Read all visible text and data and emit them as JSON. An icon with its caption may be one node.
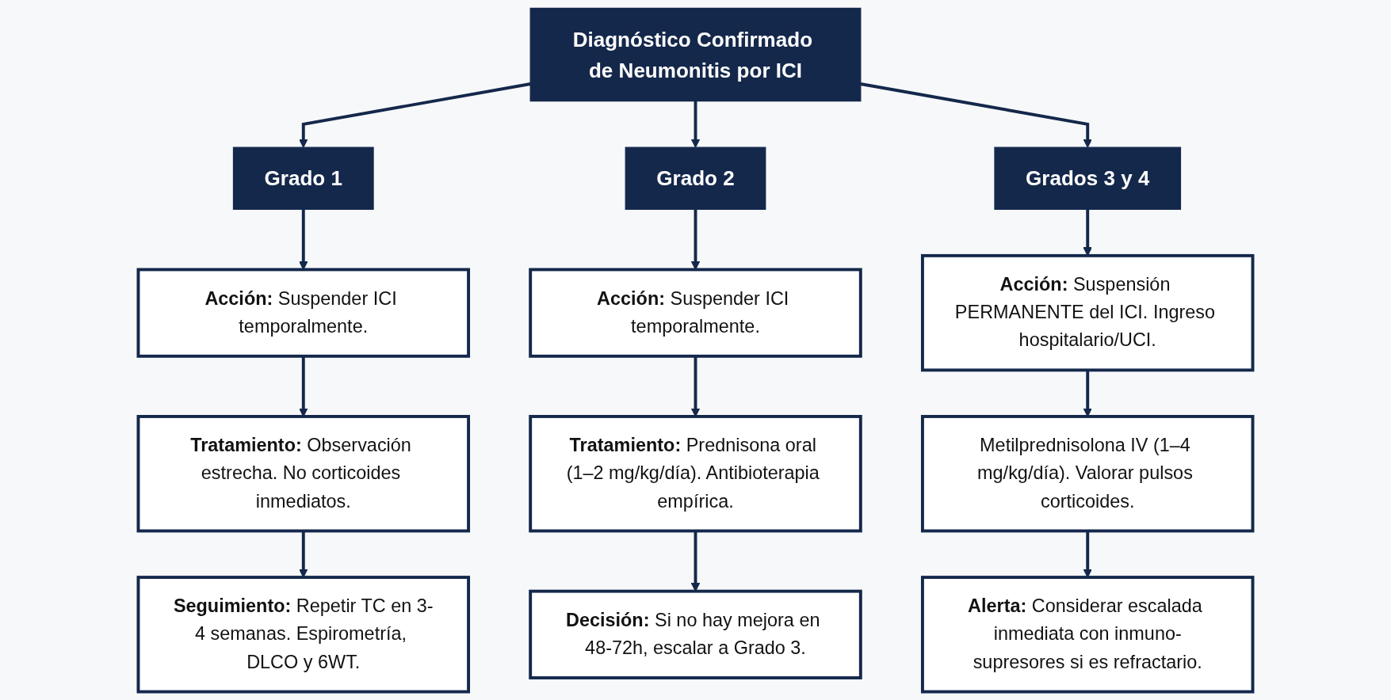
{
  "diagram": {
    "nodes": [
      {
        "text": [
          "Diagnóstico Confirmado de Neumonitis por ICI"
        ]
      },
      {
        "text": [
          "Grado 1"
        ]
      },
      {
        "text": [
          "Grado 2"
        ]
      },
      {
        "text": [
          "Grados 3 y 4"
        ]
      },
      {
        "text": [
          "**Acción:** Suspender ICI temporalmente."
        ]
      },
      {
        "text": [
          "**Acción:** Suspender ICI temporalmente."
        ]
      },
      {
        "text": [
          "**Acción:** Suspensión PERMANENTE del ICI. Ingreso hospitalario/UCI."
        ]
      },
      {
        "text": [
          "**Tratamiento:** Observación estrecha. No corticoides inmediatos."
        ]
      },
      {
        "text": [
          "**Tratamiento:** Prednisona oral (1–2 mg/kg/día). Antibioterapia empírica."
        ]
      },
      {
        "text": [
          "Metilprednisolona IV (1–4 mg/kg/día). Valorar pulsos corticoides."
        ]
      },
      {
        "text": [
          "**Seguimiento:** Repetir TC en 3-4 semanas. Espirometría, DLCO y 6WT."
        ]
      },
      {
        "text": [
          "**Decisión:** Si no hay mejora en 48-72h, escalar a Grado 3."
        ]
      },
      {
        "text": [
          "**Alerta:** Considerar escalada inmediata con inmuno-supresores si es refractario."
        ]
      }
    ],
    "edges": [
      {
        "from": 0,
        "to": 1,
        "arrow": "to"
      },
      {
        "from": 0,
        "to": 2,
        "arrow": "to"
      },
      {
        "from": 0,
        "to": 3,
        "arrow": "to"
      },
      {
        "from": 1,
        "to": 4,
        "arrow": "to"
      },
      {
        "from": 2,
        "to": 5,
        "arrow": "to"
      },
      {
        "from": 3,
        "to": 6,
        "arrow": "to"
      },
      {
        "from": 4,
        "to": 7,
        "arrow": "to"
      },
      {
        "from": 5,
        "to": 8,
        "arrow": "to"
      },
      {
        "from": 6,
        "to": 9,
        "arrow": "to"
      },
      {
        "from": 7,
        "to": 10,
        "arrow": "to"
      },
      {
        "from": 8,
        "to": 11,
        "arrow": "to"
      },
      {
        "from": 9,
        "to": 12,
        "arrow": "to"
      }
    ]
  }
}
